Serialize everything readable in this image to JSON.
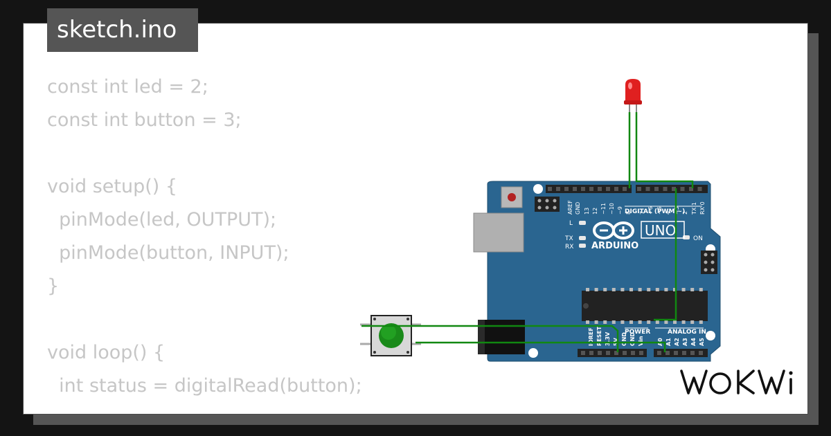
{
  "editor": {
    "filename": "sketch.ino",
    "code_lines": [
      "const int led = 2;",
      "const int button = 3;",
      "",
      "void setup() {",
      "  pinMode(led, OUTPUT);",
      "  pinMode(button, INPUT);",
      "}",
      "",
      "void loop() {",
      "  int status = digitalRead(button);"
    ]
  },
  "board": {
    "name": "ARDUINO",
    "model": "UNO",
    "label_digital": "DIGITAL (PWM ~)",
    "label_power": "POWER",
    "label_analog": "ANALOG IN",
    "label_on": "ON",
    "label_l": "L",
    "label_tx": "TX",
    "label_rx": "RX",
    "top_pin_labels": [
      "AREF",
      "GND",
      "13",
      "12",
      "~11",
      "~10",
      "~9",
      "8",
      "7",
      "~6",
      "~5",
      "4",
      "~3",
      "2",
      "TX 1",
      "RX 0"
    ],
    "power_pin_labels": [
      "IOREF",
      "RESET",
      "3.3V",
      "5V",
      "GND",
      "GND",
      "Vin"
    ],
    "analog_pin_labels": [
      "A0",
      "A1",
      "A2",
      "A3",
      "A4",
      "A5"
    ]
  },
  "components": {
    "led_color": "red",
    "button_color": "green"
  },
  "brand": {
    "logo_text": "WOKWI"
  },
  "colors": {
    "page_background": "#141414",
    "card_background": "#ffffff",
    "filename_tab": "#555555",
    "code_text": "#c6c6c6",
    "board_blue": "#2a6590",
    "wire_green": "#118811",
    "led_red": "#e02020",
    "button_cap": "#1a8a1a"
  }
}
